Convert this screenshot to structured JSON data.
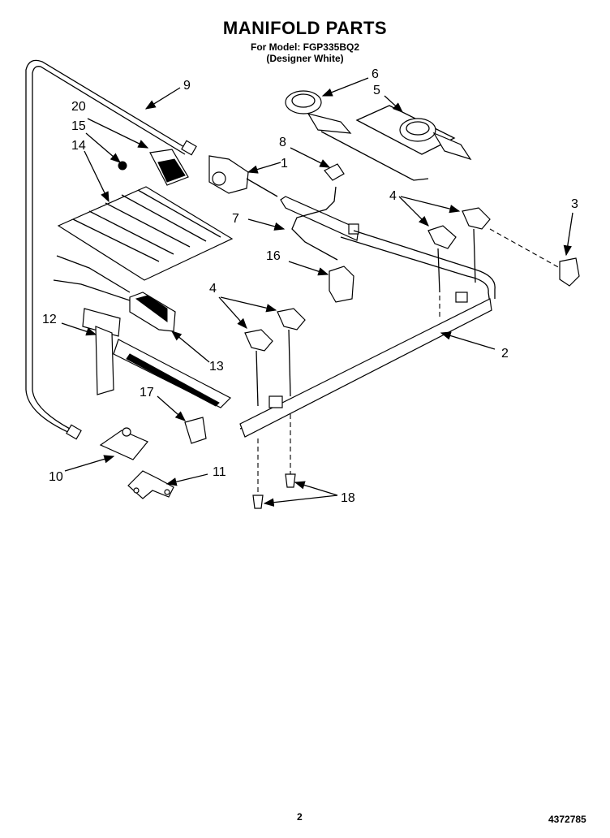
{
  "header": {
    "title": "MANIFOLD PARTS",
    "model_line": "For Model: FGP335BQ2",
    "color_line": "(Designer White)"
  },
  "callouts": {
    "n1": "1",
    "n2": "2",
    "n3": "3",
    "n4a": "4",
    "n4b": "4",
    "n5": "5",
    "n6": "6",
    "n7": "7",
    "n8": "8",
    "n9": "9",
    "n10": "10",
    "n11": "11",
    "n12": "12",
    "n13": "13",
    "n14": "14",
    "n15": "15",
    "n16": "16",
    "n17": "17",
    "n18": "18",
    "n20": "20"
  },
  "footer": {
    "page": "2",
    "doc_number": "4372785"
  }
}
